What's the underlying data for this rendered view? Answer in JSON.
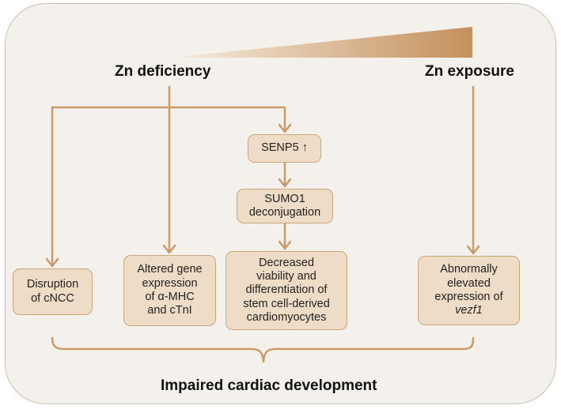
{
  "headings": {
    "left": "Zn deficiency",
    "right": "Zn exposure",
    "bottom": "Impaired cardiac development"
  },
  "boxes": {
    "senp5": [
      "SENP5 ↑"
    ],
    "sumo1": [
      "SUMO1",
      "deconjugation"
    ],
    "viability": [
      "Decreased",
      "viability and",
      "differentiation of",
      "stem cell-derived",
      "cardiomyocytes"
    ],
    "cncc": [
      "Disruption",
      "of cNCC"
    ],
    "gene": [
      "Altered gene",
      "expression",
      "of α-MHC",
      "and cTnI"
    ],
    "vezf1": [
      "Abnormally",
      "elevated",
      "expression of",
      "vezf1"
    ]
  },
  "colors": {
    "arrow": "#c99a6a",
    "box_fill": "#efdcc7",
    "box_border": "#c9a57c",
    "panel_fill": "#f4f1ec",
    "panel_border": "#c9c0b4",
    "gradient_light": "#f6ece0",
    "gradient_dark": "#c4915c"
  }
}
